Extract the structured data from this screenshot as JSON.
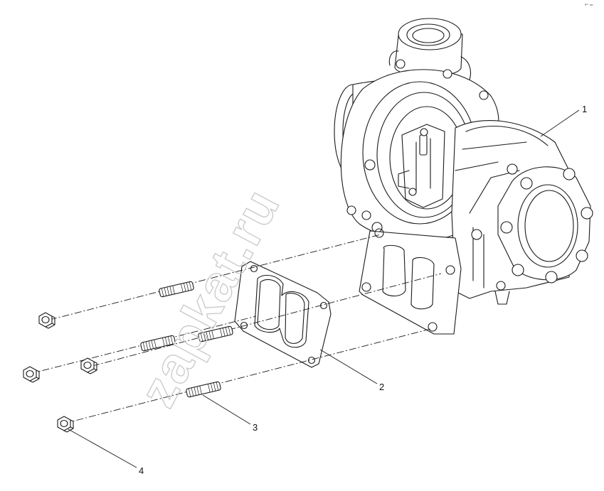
{
  "diagram": {
    "watermark": "zapkat.ru",
    "corner_mark": "ᵃ⁼ ═",
    "callouts": [
      {
        "id": "1",
        "label": "1"
      },
      {
        "id": "2",
        "label": "2"
      },
      {
        "id": "3",
        "label": "3"
      },
      {
        "id": "4",
        "label": "4"
      }
    ],
    "parts": [
      {
        "callout": "1",
        "icon": "turbocharger-icon"
      },
      {
        "callout": "2",
        "icon": "gasket-icon"
      },
      {
        "callout": "3",
        "icon": "stud-icon"
      },
      {
        "callout": "4",
        "icon": "nut-icon"
      }
    ]
  }
}
